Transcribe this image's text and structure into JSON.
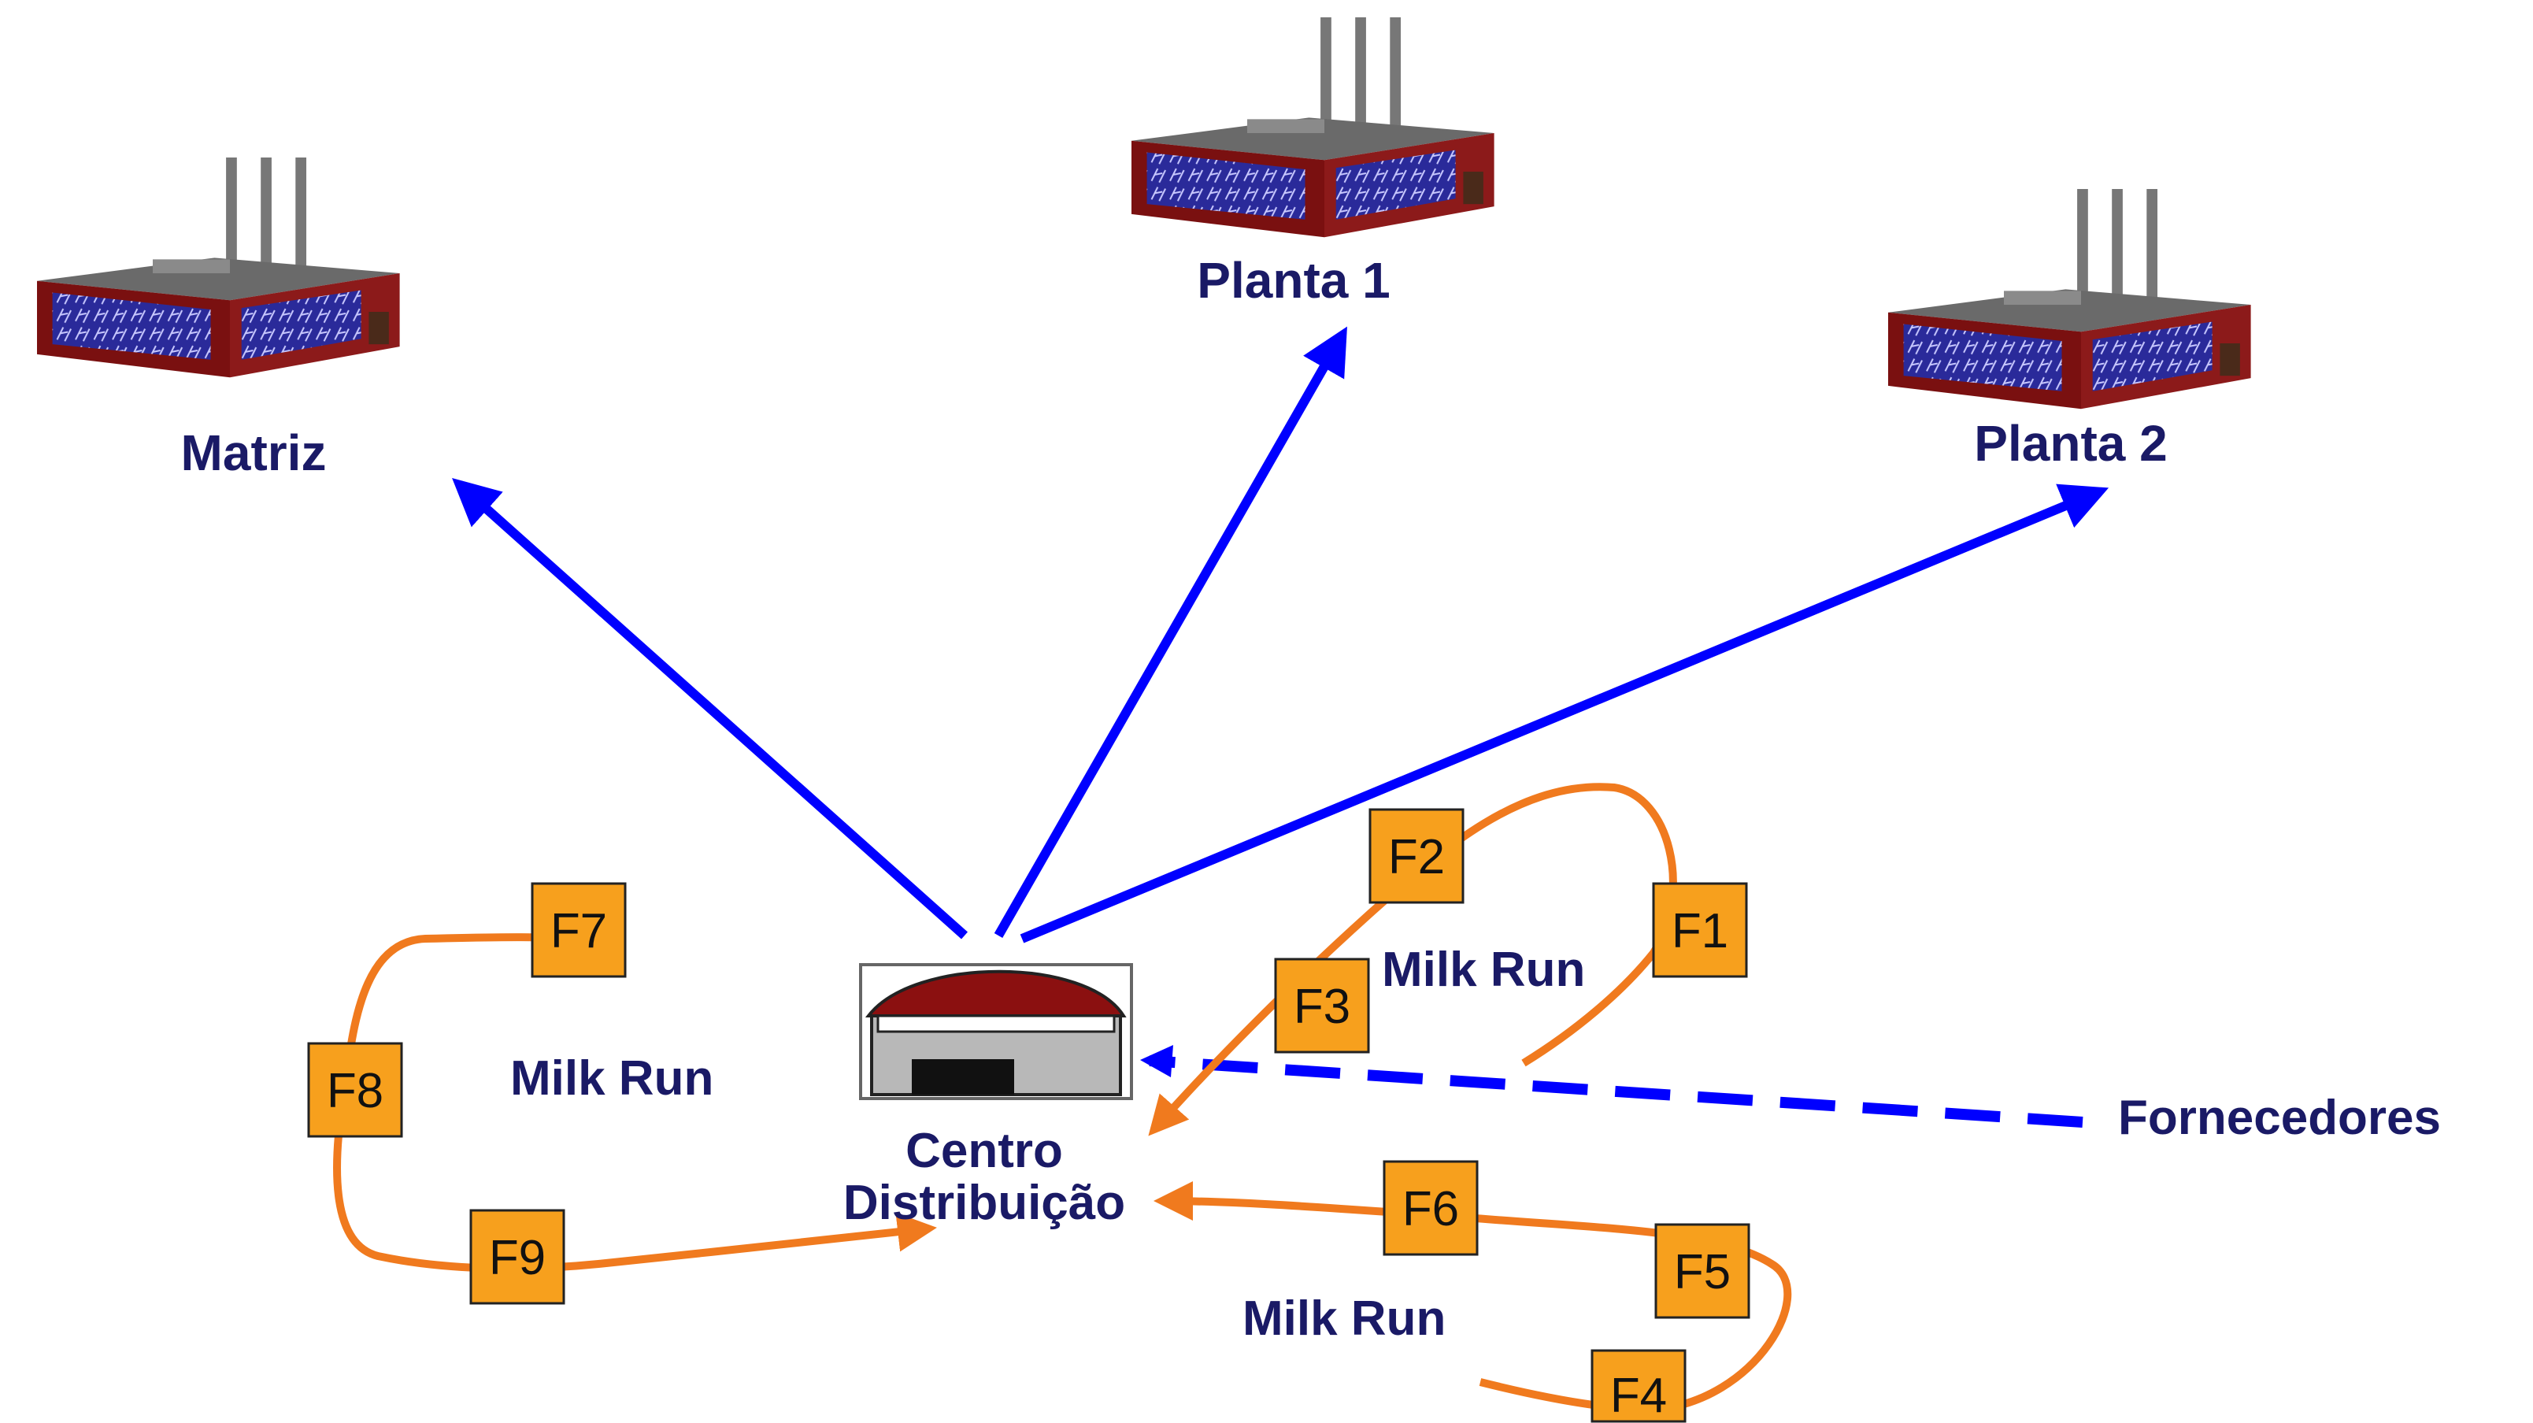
{
  "colors": {
    "label": "#1a1a66",
    "distribution_arrow": "#0000ff",
    "milk_run_route": "#f07a1e",
    "supplier_box": "#f7a01d",
    "supplier_box_border": "#222222",
    "factory_roof": "#7a1010",
    "factory_window": "#2a2a9a",
    "center_roof": "#8b1010",
    "center_body": "#b8b8b8"
  },
  "icons": {
    "factory": "factory-icon",
    "distribution_center": "warehouse-icon"
  },
  "nodes": {
    "matriz": "Matriz",
    "planta1": "Planta 1",
    "planta2": "Planta 2",
    "centro_line1": "Centro",
    "centro_line2": "Distribuição",
    "fornecedores": "Fornecedores"
  },
  "milk_runs": {
    "left": "Milk Run",
    "upper_right": "Milk Run",
    "lower_right": "Milk Run"
  },
  "suppliers": {
    "f1": "F1",
    "f2": "F2",
    "f3": "F3",
    "f4": "F4",
    "f5": "F5",
    "f6": "F6",
    "f7": "F7",
    "f8": "F8",
    "f9": "F9"
  }
}
